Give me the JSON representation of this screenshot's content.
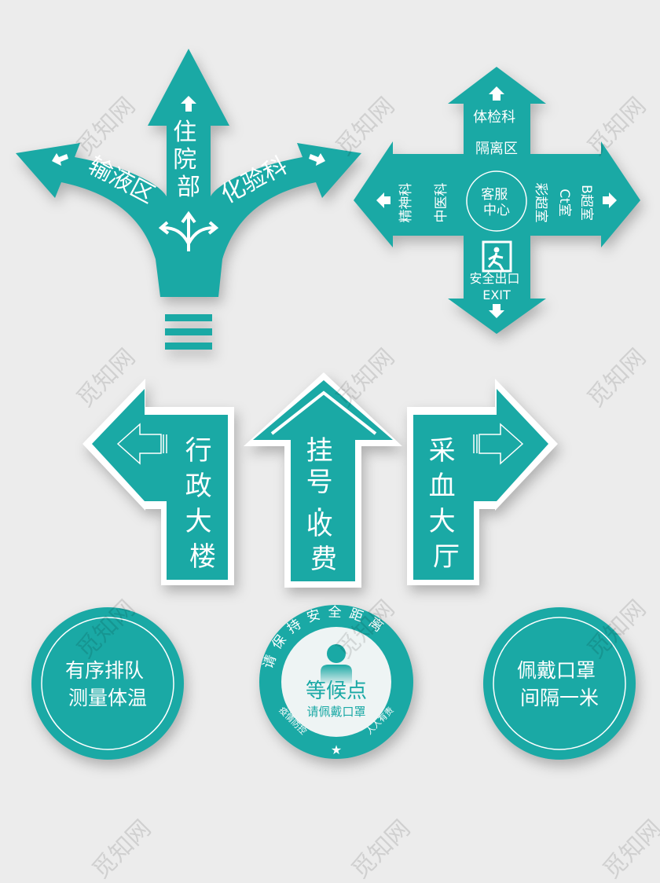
{
  "colors": {
    "teal": "#1aa9a5",
    "background": "#ececec",
    "white": "#ffffff"
  },
  "trident": {
    "center_label": [
      "住",
      "院",
      "部"
    ],
    "left_label": "输液区",
    "right_label": "化验科"
  },
  "cross": {
    "up": [
      "体检科",
      "隔离区"
    ],
    "left": [
      "精神科",
      "中医科"
    ],
    "right": [
      "彩超室",
      "Ct室",
      "B超室"
    ],
    "center": [
      "客服",
      "中心"
    ],
    "down": [
      "安全出口",
      "EXIT"
    ],
    "exit_icon": "running-man-exit-icon"
  },
  "arrows": [
    {
      "direction": "left",
      "label": [
        "行",
        "政",
        "大",
        "楼"
      ]
    },
    {
      "direction": "up",
      "label": [
        "挂",
        "号",
        "·",
        "收",
        "费"
      ]
    },
    {
      "direction": "right",
      "label": [
        "采",
        "血",
        "大",
        "厅"
      ]
    }
  ],
  "circles": {
    "left": [
      "有序排队",
      "测量体温"
    ],
    "middle": {
      "ring_top": "请保持安全距离",
      "ring_left": "疫情防控",
      "ring_right": "人人有责",
      "title": "等候点",
      "subtitle": "请佩戴口罩",
      "star": "★"
    },
    "right": [
      "佩戴口罩",
      "间隔一米"
    ]
  },
  "watermark": "觅知网"
}
